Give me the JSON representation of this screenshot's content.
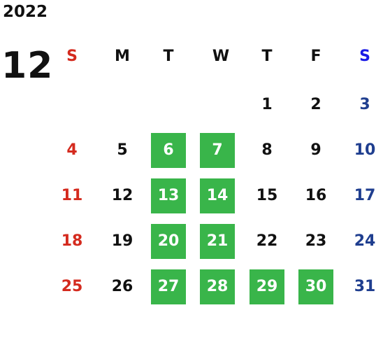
{
  "calendar": {
    "year": "2022",
    "month": "12",
    "weekdays": [
      "S",
      "M",
      "T",
      "W",
      "T",
      "F",
      "S"
    ],
    "colors": {
      "sunday": "#d42a1e",
      "saturday": "#1f3e8f",
      "saturday_header": "#1a1ae6",
      "highlight": "#39b54a"
    },
    "weeks": [
      [
        "",
        "",
        "",
        "",
        "1",
        "2",
        "3"
      ],
      [
        "4",
        "5",
        "6",
        "7",
        "8",
        "9",
        "10"
      ],
      [
        "11",
        "12",
        "13",
        "14",
        "15",
        "16",
        "17"
      ],
      [
        "18",
        "19",
        "20",
        "21",
        "22",
        "23",
        "24"
      ],
      [
        "25",
        "26",
        "27",
        "28",
        "29",
        "30",
        "31"
      ]
    ],
    "highlighted_days": [
      "6",
      "7",
      "13",
      "14",
      "20",
      "21",
      "27",
      "28",
      "29",
      "30"
    ]
  }
}
